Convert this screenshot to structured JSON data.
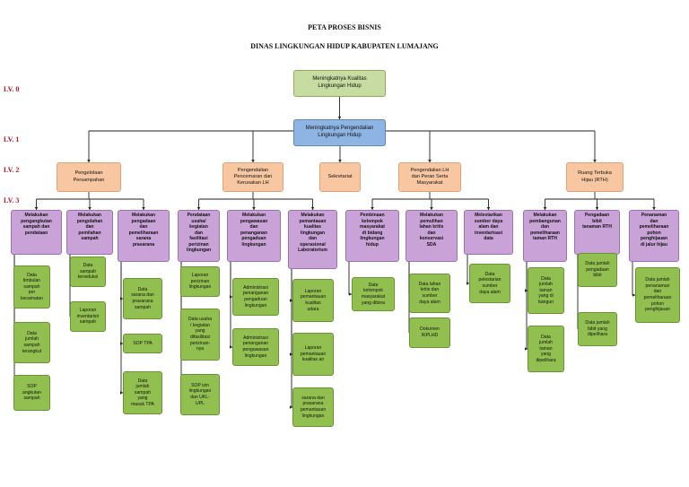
{
  "title": {
    "line1": "PETA PROSES BISNIS",
    "line2": "DINAS LINGKUNGAN HIDUP KABUPATEN LUMAJANG"
  },
  "levels": [
    "LV. 0",
    "LV. 1",
    "LV. 2",
    "LV. 3"
  ],
  "root": "Meningkatnya Kualitas\nLingkungan Hidup",
  "l1": "Meningkatnya Pengendalian\nLingkungan Hidup",
  "l2": [
    "Pengelolaan\nPersampahan",
    "Pengendalian\nPencemaran dan\nKerusakan LH",
    "Sekretariat",
    "Pengendalian LH\ndan Peran Serta\nMasyarakat",
    "Ruang Terbuka\nHijau (RTH)"
  ],
  "l3": [
    "Melakukan\npengangkutan\nsampah dan\npendataan",
    "Melakukan\npengolahan\ndan\npemilahan\nsampah",
    "Melakukan\npengadaan\ndan\npemeliharaan\nsarana\nprasarana",
    "Pendataan\nusaha/\nkegiatan\ndan\nfasilitasi\nperizinan\nlingkungan",
    "Melakukan\npengawasan\ndan\npenanganan\npengaduan\nlingkungan",
    "Melakukan\npemantauan\nkualitas\nlingkungan\ndan\noperasional\nLaboratorium",
    "Pembinaan\nkelompok\nmasyarakat\ndi bidang\nlingkungan\nhidup",
    "Melakukan\npemulihan\nlahan kritis\ndan\nkonservasi\nSDA",
    "Melestarikan\nsumber daya\nalam dan\ninventarisasi\ndata",
    "Melakukan\npembangunan\ndan\npemeliharaan\ntaman RTH",
    "Pengadaan\nbibit\ntanaman RTH",
    "Penanaman\ndan\npemeliharaan\npohon\npenghijauan\ndi jalur hijau"
  ],
  "leaves": [
    [
      "Data\ntimbulan\nsampah\nper\nkecamatan",
      "Data\njumlah\nsampah\nterangkut",
      "SOP\nangkutan\nsampah"
    ],
    [
      "Data\nsampah\nterreduksi",
      "Laporan\ninventarisir\nsampah"
    ],
    [
      "Data\nsarana dan\nprasarana\nsampah",
      "SOP TPA",
      "Data\njumlah\nsampah\nyang\nmasuk TPA"
    ],
    [
      "Laporan\nperizinan\nlingkungan",
      "Data usaha\n/ kegiatan\nyang\ndifasilitasi\nperizinan-\nnya",
      "SOP izin\nlingkungan\ndan UKL-\nUPL"
    ],
    [
      "Administrasi\npenanganan\npengaduan\nlingkungan",
      "Administrasi\npenanganan\npengawasan\nlingkungan"
    ],
    [
      "Laporan\npemantauan\nkualitas\nudara",
      "Laporan\npemantauan\nkualitas air",
      "sarana dan\nprasarana\npemantauan\nlingkungan"
    ],
    [
      "Data\nkelompok\nmasyarakat\nyang dibina"
    ],
    [
      "Data lahan\nkritis dan\nsumber\ndaya alam",
      "Dokumen\nIKPLHD"
    ],
    [
      "Data\npelestarian\nsumber\ndaya alam"
    ],
    [
      "Data\njumlah\ntaman\nyang di\nbangun",
      "Data\njumlah\ntaman\nyang\ndipelihara"
    ],
    [
      "Data jumlah\npengadaan\nbibit",
      "Data jumlah\nbibit yang\ndipelihara"
    ],
    [
      "Data jumlah\npenanaman\ndan\npemeliharaan\npohon\npenghijauan"
    ]
  ]
}
